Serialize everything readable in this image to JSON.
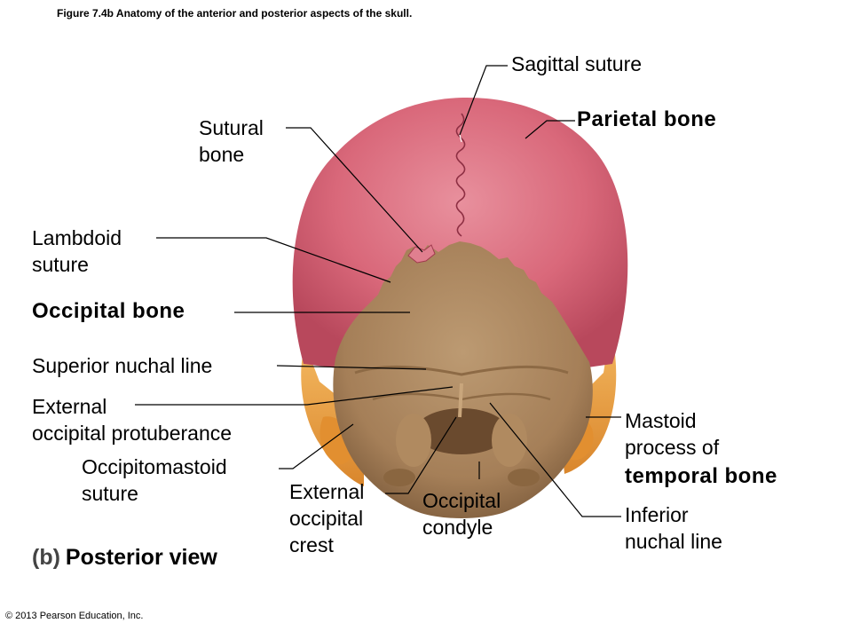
{
  "figure_caption": "Figure 7.4b  Anatomy of the anterior and posterior aspects of the skull.",
  "copyright": "© 2013 Pearson Education, Inc.",
  "view": {
    "letter": "(b)",
    "title": "Posterior view"
  },
  "labels": {
    "sagittal_suture": "Sagittal suture",
    "parietal_bone": "Parietal bone",
    "sutural_bone_1": "Sutural",
    "sutural_bone_2": "bone",
    "lambdoid_suture_1": "Lambdoid",
    "lambdoid_suture_2": "suture",
    "occipital_bone": "Occipital bone",
    "superior_nuchal_line": "Superior nuchal line",
    "external_occipital_protuberance_1": "External",
    "external_occipital_protuberance_2": "occipital protuberance",
    "occipitomastoid_suture_1": "Occipitomastoid",
    "occipitomastoid_suture_2": "suture",
    "external_occipital_crest_1": "External",
    "external_occipital_crest_2": "occipital",
    "external_occipital_crest_3": "crest",
    "occipital_condyle_1": "Occipital",
    "occipital_condyle_2": "condyle",
    "mastoid_process_1": "Mastoid",
    "mastoid_process_2": "process of",
    "mastoid_process_3": "temporal bone",
    "inferior_nuchal_line_1": "Inferior",
    "inferior_nuchal_line_2": "nuchal line"
  },
  "colors": {
    "parietal": "#d9687a",
    "parietal_dark": "#b8485c",
    "occipital": "#a57f58",
    "occipital_dark": "#7d5c3c",
    "temporal": "#f1a64a",
    "temporal_dark": "#d9862c"
  }
}
